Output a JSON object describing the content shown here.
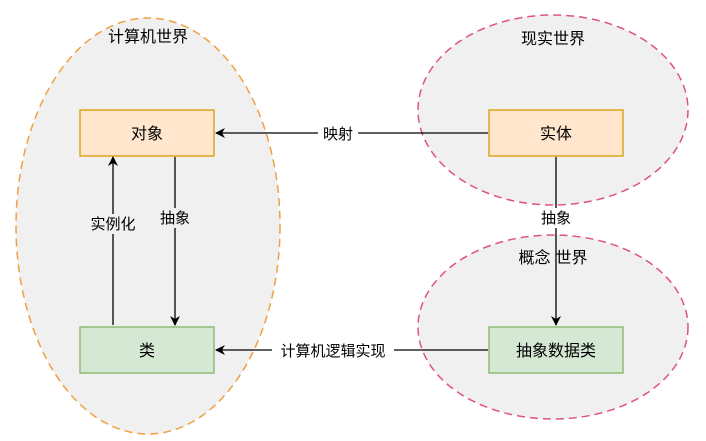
{
  "regions": {
    "computer_world": "计算机世界",
    "real_world": "现实世界",
    "concept_world": "概念 世界"
  },
  "nodes": {
    "object": "对象",
    "entity": "实体",
    "class": "类",
    "abstract_data_class": "抽象数据类"
  },
  "edges": {
    "mapping": "映射",
    "abstraction_left": "抽象",
    "instantiation": "实例化",
    "abstraction_right": "抽象",
    "computer_logic_impl": "计算机逻辑实现"
  },
  "colors": {
    "region_fill": "#f0f0f0",
    "computer_world_border": "#f0a040",
    "real_world_border": "#e0508a",
    "orange_fill": "#ffe6cc",
    "orange_border": "#d79b00",
    "green_fill": "#d5e8d4",
    "green_border": "#82b366"
  }
}
